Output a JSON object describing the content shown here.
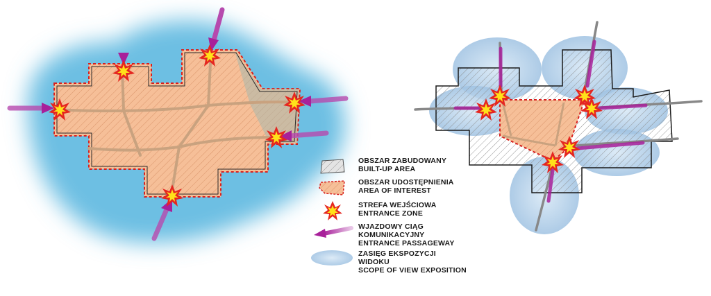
{
  "legend": {
    "built_up": {
      "line1": "OBSZAR ZABUDOWANY",
      "line2": "BUILT-UP AREA"
    },
    "interest": {
      "line1": "OBSZAR UDOSTĘPNIENIA",
      "line2": "AREA OF INTEREST"
    },
    "entrance_zone": {
      "line1": "STREFA WEJŚCIOWA",
      "line2": "ENTRANCE ZONE"
    },
    "passageway": {
      "line1": "WJAZDOWY CIĄG",
      "line2": "KOMUNIKACYJNY",
      "line3": "ENTRANCE PASSAGEWAY"
    },
    "view": {
      "line1": "ZASIĘG EKSPOZYCJI",
      "line2": "WIDOKU",
      "line3": "SCOPE OF VIEW EXPOSITION"
    }
  },
  "colors": {
    "view_glow": "#5db8e0",
    "view_ellipse": "#a9c9e6",
    "area_fill": "#f6bf98",
    "boundary_red": "#d8201e",
    "built_hatch": "#9a9a9a",
    "arrow_purple": "#a8209a",
    "burst_red": "#e52620",
    "burst_yellow": "#ffe21a",
    "road": "#c9a27f",
    "road_grey": "#888888"
  },
  "icons": [
    "entrance-burst-icon",
    "entrance-arrow-icon",
    "view-ellipse-icon",
    "hatch-swatch-icon"
  ]
}
